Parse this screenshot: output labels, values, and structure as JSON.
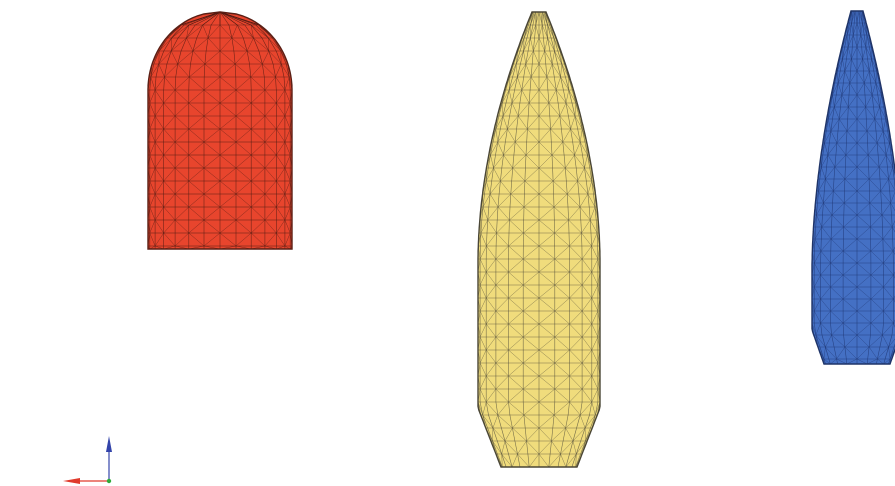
{
  "viewport": {
    "background": "#ffffff",
    "models": [
      {
        "id": "red",
        "shape": "round-nose-cylinder",
        "fill": "#e8452d",
        "mesh_color": "#4a1a12",
        "outline": "#5a1f15"
      },
      {
        "id": "yellow",
        "shape": "ogive-boattail",
        "fill": "#f0dc7c",
        "mesh_color": "#4e4a38",
        "outline": "#4a4636"
      },
      {
        "id": "blue",
        "shape": "ogive-boattail-clipped",
        "fill": "#4470c4",
        "mesh_color": "#1e3470",
        "outline": "#1f3468"
      }
    ],
    "triad": {
      "x_color": "#e03a2c",
      "y_color": "#3344aa",
      "origin_color": "#2faa3a"
    }
  }
}
